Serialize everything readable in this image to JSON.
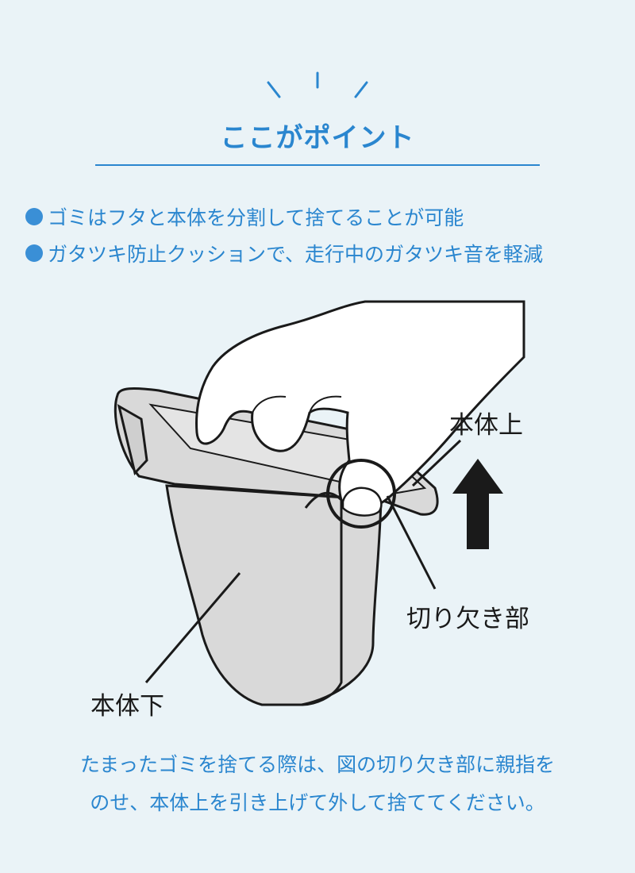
{
  "heading": {
    "title": "ここがポイント"
  },
  "points": [
    "ゴミはフタと本体を分割して捨てることが可能",
    "ガタツキ防止クッションで、走行中のガタツキ音を軽減"
  ],
  "figure": {
    "label_upper": "本体上",
    "label_notch": "切り欠き部",
    "label_lower": "本体下",
    "arrow_direction": "up"
  },
  "caption": {
    "line1": "たまったゴミを捨てる際は、図の切り欠き部に親指を",
    "line2": "のせ、本体上を引き上げて外して捨ててください。"
  },
  "colors": {
    "accent": "#2a86cf",
    "background": "#eaf3f7",
    "body_gray": "#d9d9d9"
  }
}
